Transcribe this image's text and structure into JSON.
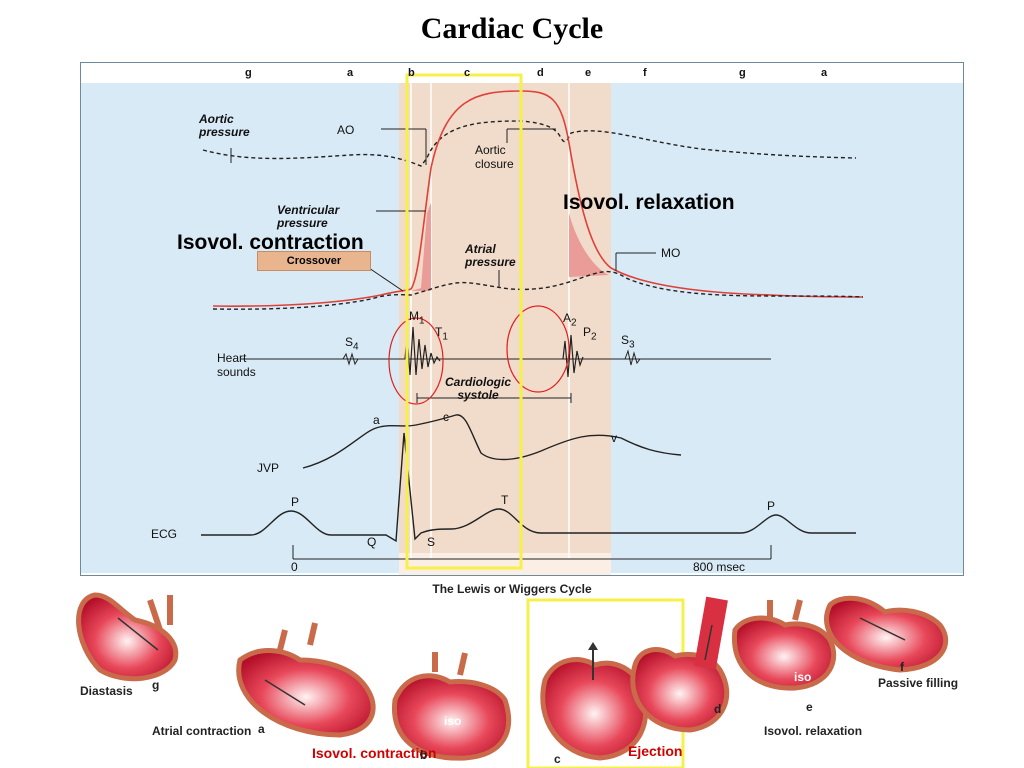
{
  "title": "Cardiac Cycle",
  "phases": [
    "g",
    "a",
    "b",
    "c",
    "d",
    "e",
    "f",
    "g",
    "a"
  ],
  "labels": {
    "aortic_pressure_1": "Aortic",
    "aortic_pressure_2": "pressure",
    "ao": "AO",
    "aortic_closure_1": "Aortic",
    "aortic_closure_2": "closure",
    "ventricular_pressure_1": "Ventricular",
    "ventricular_pressure_2": "pressure",
    "atrial_pressure_1": "Atrial",
    "atrial_pressure_2": "pressure",
    "crossover": "Crossover",
    "mo": "MO",
    "isovol_contraction": "Isovol. contraction",
    "isovol_relaxation": "Isovol. relaxation",
    "heart_sounds_1": "Heart",
    "heart_sounds_2": "sounds",
    "s4": "S",
    "s4_sub": "4",
    "m1": "M",
    "m1_sub": "1",
    "t1": "T",
    "t1_sub": "1",
    "a2": "A",
    "a2_sub": "2",
    "p2": "P",
    "p2_sub": "2",
    "s3": "S",
    "s3_sub": "3",
    "cardiologic_systole_1": "Cardiologic",
    "cardiologic_systole_2": "systole",
    "jvp": "JVP",
    "jvp_a": "a",
    "jvp_c": "c",
    "jvp_v": "v",
    "ecg": "ECG",
    "ecg_p1": "P",
    "ecg_t": "T",
    "ecg_p2": "P",
    "ecg_q": "Q",
    "ecg_s": "S",
    "time_0": "0",
    "time_800": "800 msec"
  },
  "caption": "The Lewis or Wiggers Cycle",
  "bottom": {
    "diastasis": "Diastasis",
    "atrial_contraction": "Atrial contraction",
    "isovol_contraction": "Isovol. contraction",
    "ejection": "Ejection",
    "isovol_relaxation": "Isovol. relaxation",
    "passive_filling": "Passive filling",
    "iso1": "iso",
    "iso2": "iso",
    "letter_g": "g",
    "letter_a": "a",
    "letter_b": "b",
    "letter_c": "c",
    "letter_d": "d",
    "letter_e": "e",
    "letter_f": "f"
  },
  "colors": {
    "diastole_bg": "#d8eaf5",
    "systole_bg": "#f1dccb",
    "ventricular_curve": "#e0403a",
    "highlight_box": "#f5f04a",
    "circle": "#e02020",
    "accent_red": "#d00000"
  }
}
